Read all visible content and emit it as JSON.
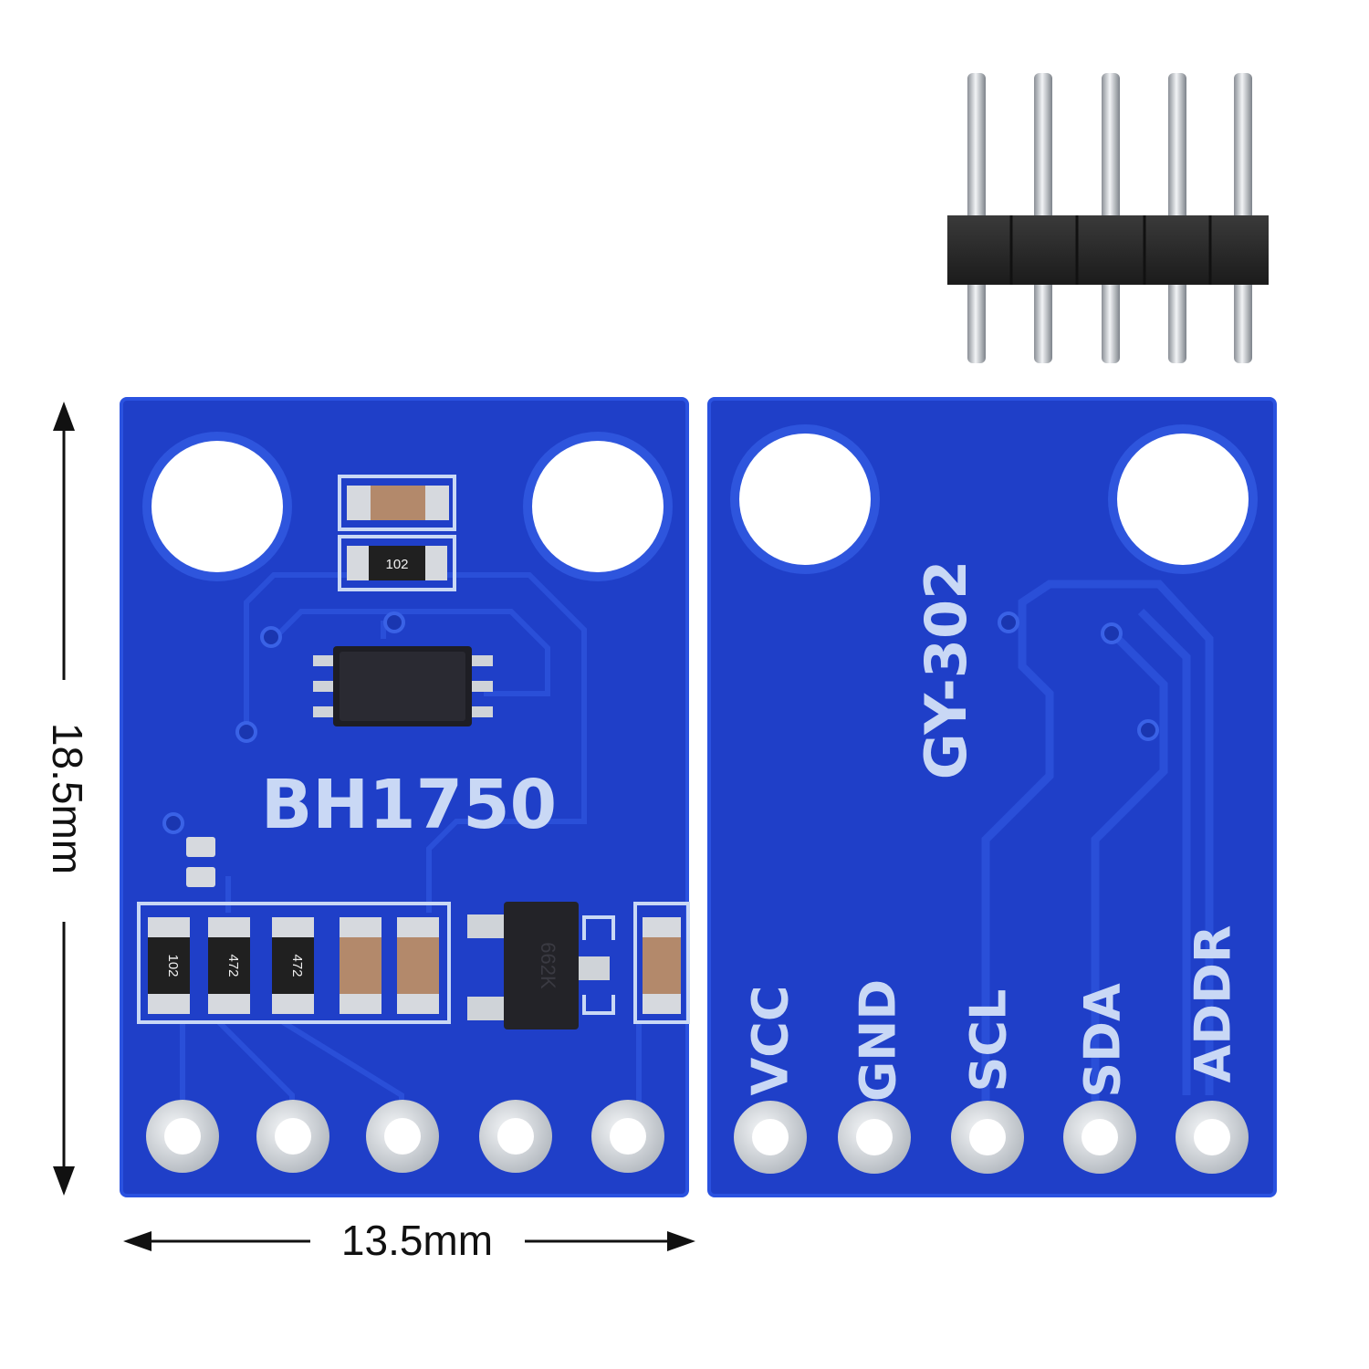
{
  "dimensions": {
    "height_label": "18.5mm",
    "width_label": "13.5mm"
  },
  "front_board": {
    "chip_label": "BH1750",
    "resistor_top": "102",
    "resistor_bottom_left": "102",
    "resistor_a": "472",
    "resistor_b": "472",
    "regulator_mark": "662K"
  },
  "back_board": {
    "model_label": "GY-302",
    "pins": [
      "VCC",
      "GND",
      "SCL",
      "SDA",
      "ADDR"
    ]
  },
  "colors": {
    "pcb": "#1f3fc8",
    "silkscreen": "#c9d8f5",
    "pad": "#d9dde3",
    "header": "#2b2b2b"
  }
}
